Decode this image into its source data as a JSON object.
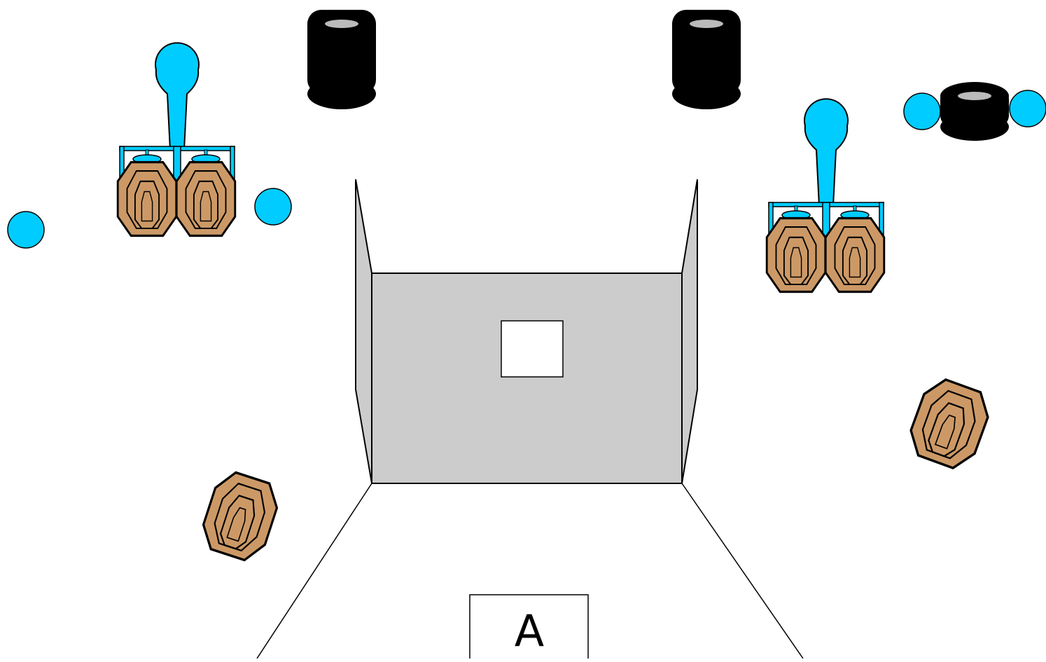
{
  "start_box": {
    "label": "A"
  },
  "colors": {
    "steel_target_fill": "#cc9966",
    "steel_target_stroke": "#000000",
    "no_shoot_fill": "#00ccff",
    "barrel_fill": "#000000",
    "barrel_top": "#bbbbbb",
    "wall_fill": "#cccccc",
    "window_fill": "#ffffff",
    "line": "#000000"
  },
  "elements": {
    "hanging_target_pairs": 2,
    "standalone_targets": 2,
    "barrel_stacks": 3,
    "standalone_no_shoots": 4
  }
}
